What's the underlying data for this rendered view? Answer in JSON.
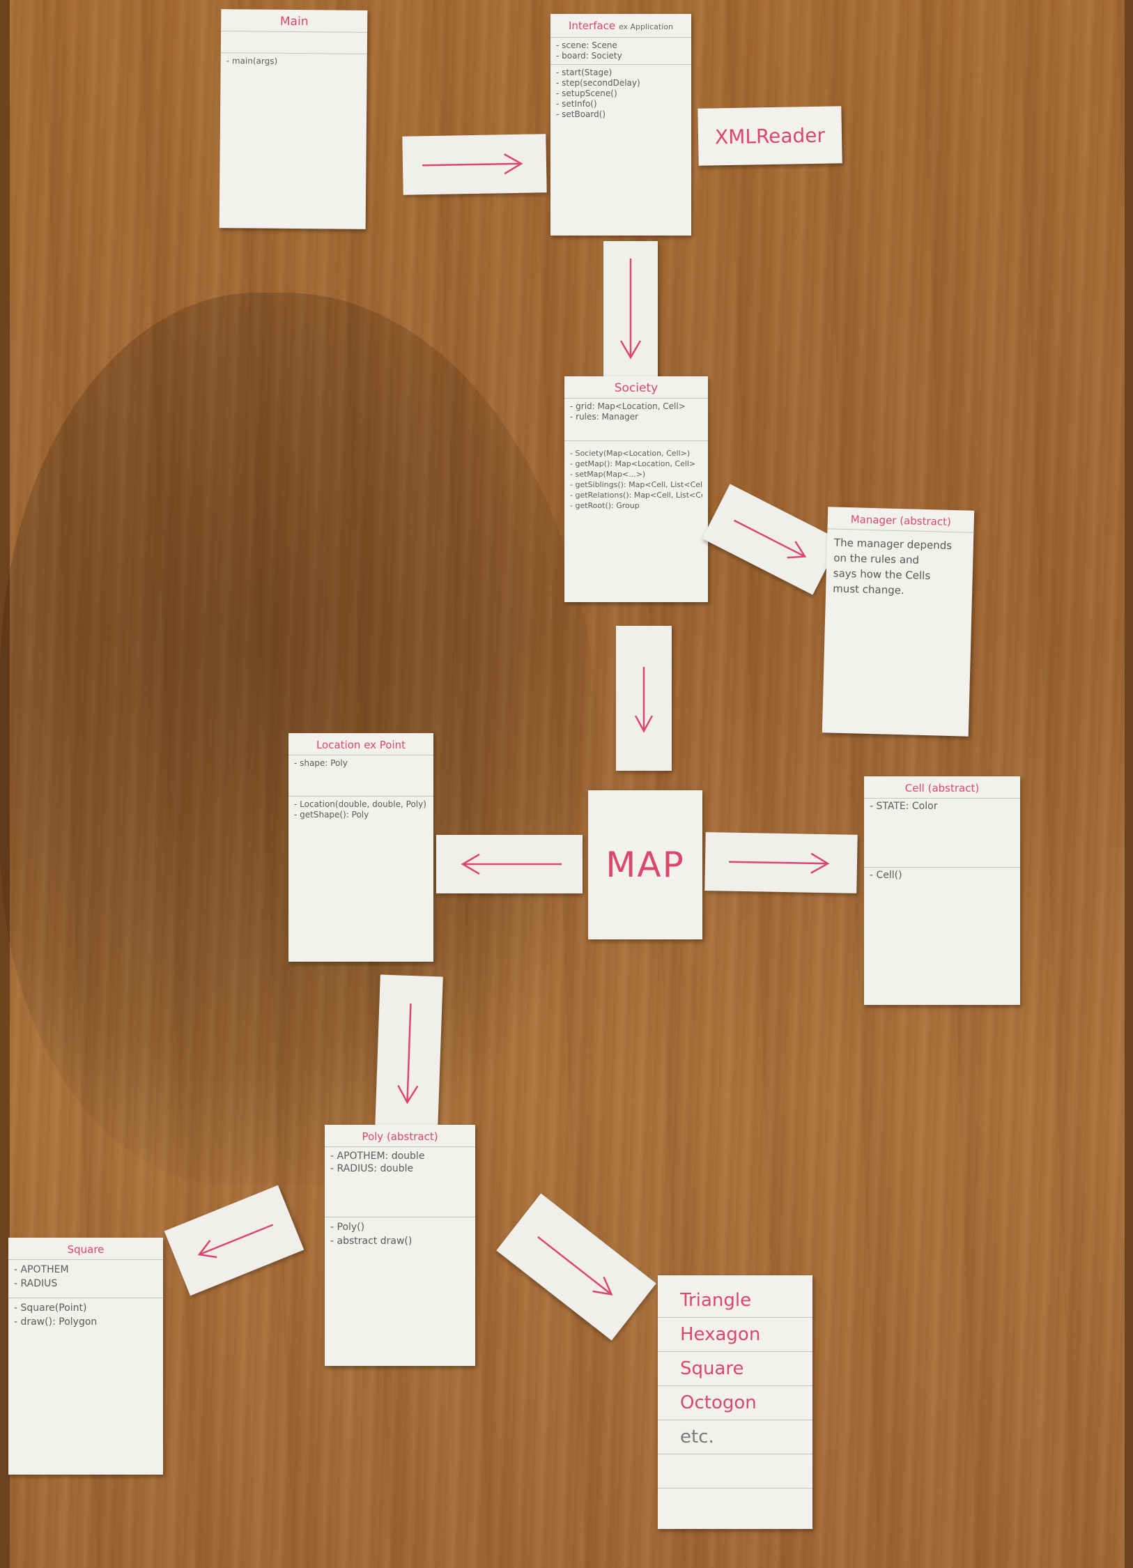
{
  "notes": {
    "main": {
      "title": "Main",
      "attributes": [],
      "methods": [
        "- main(args)"
      ]
    },
    "interface": {
      "title": "Interface",
      "title_suffix": "ex Application",
      "attributes": [
        "- scene: Scene",
        "- board: Society"
      ],
      "methods": [
        "- start(Stage)",
        "- step(secondDelay)",
        "- setupScene()",
        "- setInfo()",
        "- setBoard()"
      ]
    },
    "xml_reader": {
      "title": "XMLReader"
    },
    "society": {
      "title": "Society",
      "attributes": [
        "- grid: Map<Location, Cell>",
        "- rules: Manager"
      ],
      "methods": [
        "- Society(Map<Location, Cell>)",
        "- getMap(): Map<Location, Cell>",
        "- setMap(Map<...>)",
        "- getSiblings(): Map<Cell, List<Cell>>",
        "- getRelations(): Map<Cell, List<Cell>>",
        "- getRoot(): Group"
      ]
    },
    "manager": {
      "title": "Manager",
      "title_suffix": "(abstract)",
      "description": [
        "The manager depends",
        "on the rules and",
        "says how the Cells",
        "must change."
      ]
    },
    "map": {
      "title": "MAP"
    },
    "location": {
      "title": "Location",
      "title_suffix": "ex Point",
      "attributes": [
        "- shape: Poly"
      ],
      "methods": [
        "- Location(double, double, Poly)",
        "- getShape(): Poly"
      ]
    },
    "cell": {
      "title": "Cell",
      "title_suffix": "(abstract)",
      "attributes": [
        "- STATE: Color"
      ],
      "methods": [
        "- Cell()"
      ]
    },
    "poly": {
      "title": "Poly",
      "title_suffix": "(abstract)",
      "attributes": [
        "- APOTHEM: double",
        "- RADIUS: double"
      ],
      "methods": [
        "- Poly()",
        "- abstract draw()"
      ]
    },
    "square": {
      "title": "Square",
      "attributes": [
        "- APOTHEM",
        "- RADIUS"
      ],
      "methods": [
        "- Square(Point)",
        "- draw(): Polygon"
      ]
    },
    "shapes_list": {
      "items": [
        "Triangle",
        "Hexagon",
        "Square",
        "Octogon",
        "etc."
      ]
    }
  },
  "colors": {
    "ink_pink": "#d9476a",
    "paper": "#f3f1ee",
    "wood": "#a46a33"
  }
}
